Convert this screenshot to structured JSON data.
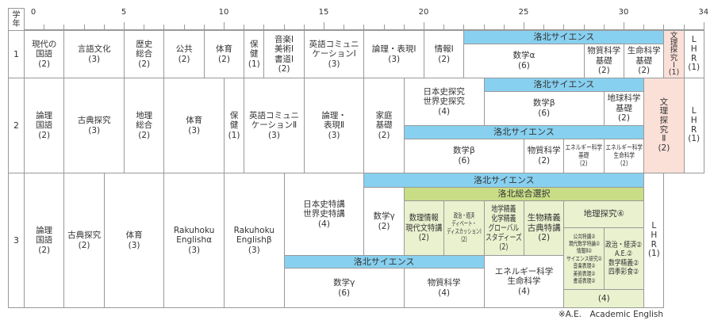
{
  "header": {
    "grade_label": "学\n年",
    "scale": [
      "0",
      "5",
      "10",
      "15",
      "20",
      "25",
      "30",
      "34"
    ]
  },
  "y1": {
    "label": "1",
    "cells": [
      "現代の\n国語\n(2)",
      "言語文化\n(3)",
      "歴史\n総合\n(2)",
      "公共\n(2)",
      "体育\n(2)",
      "保\n健\n(1)",
      "音楽Ⅰ\n美術Ⅰ\n書道Ⅰ\n(2)",
      "英語コミュニ\nケーションⅠ\n(3)",
      "論理・表現Ⅰ\n(3)",
      "情報Ⅰ\n(2)",
      "洛北サイエンス",
      "数学α\n(6)",
      "物質科学\n基礎\n(2)",
      "生命科学\n基礎\n(2)",
      "文\n理\n探\n究\nⅠ\n(1)",
      "L\nH\nR\n(1)"
    ]
  },
  "y2": {
    "label": "2",
    "cells": [
      "論理\n国語\n(2)",
      "古典探究\n(3)",
      "地理\n総合\n(2)",
      "体育\n(3)",
      "保\n健\n(1)",
      "英語コミュニ\nケーションⅡ\n(3)",
      "論理・\n表現Ⅱ\n(3)",
      "家庭\n基礎\n(2)",
      "日本史探究\n世界史探究\n(4)",
      "洛北サイエンス",
      "数学β\n(6)",
      "地球科学\n基礎\n(2)",
      "洛北サイエンス",
      "数学β\n(6)",
      "物質科学\n(2)",
      "エネルギー科学\n基礎\n(2)",
      "エネルギー科学\n生命科学\n(2)",
      "文\n理\n探\n究\nⅡ\n(2)",
      "L\nH\nR\n(1)"
    ]
  },
  "y3": {
    "label": "3",
    "cells": [
      "論理\n国語\n(2)",
      "古典探究\n(2)",
      "体育\n(3)",
      "Rakuhoku\nEnglishα\n(3)",
      "Rakuhoku\nEnglishβ\n(3)",
      "日本史特講\n世界史特講\n(4)",
      "洛北サイエンス",
      "数学γ\n(2)",
      "洛北総合選択",
      "数理情報\n現代文特講\n(2)",
      "政治・経済\nディベート・\nディスカッションⅠ\n(2)",
      "地学精義\n化学精義\nグローバル\nスタディーズ\n(2)",
      "生物精義\n古典特講\n(2)",
      "地理探究④",
      "公共特講②\n現代数学特論②\n情報Ⅱ②\nサイエンス研究②\n音楽表現②\n美術表現②\n書道表現②",
      "政治・経済②\nA.E.②\n数学精義②\n四季彩食②",
      "(4)",
      "洛北サイエンス",
      "数学γ\n(6)",
      "物質科学\n(4)",
      "エネルギー科学\n生命科学\n(4)",
      "L\nH\nR\n(1)"
    ]
  },
  "footnote": "※A.E.　Academic English",
  "colors": {
    "science": "#87d0f0",
    "elective": "#c8dd86",
    "elective_cell": "#eaf1cf",
    "inquiry": "#fbe0d8"
  }
}
